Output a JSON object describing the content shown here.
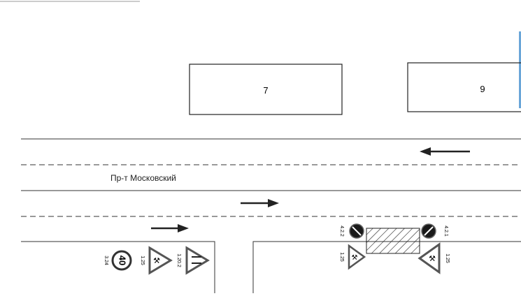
{
  "buildings": [
    {
      "number": "7"
    },
    {
      "number": "9"
    }
  ],
  "street_name": "Пр-т Московский",
  "signs": {
    "speed_limit_value": "40",
    "speed_limit_code": "3.24",
    "roadworks_left_code": "1.25",
    "narrowing_code": "1.20.2",
    "keep_left_code": "4.2.2",
    "keep_right_code": "4.2.1",
    "roadworks_mid_code": "1.25",
    "roadworks_right_code": "1.25"
  },
  "colors": {
    "line": "#222222",
    "sign_red": "#555555",
    "sign_dark": "#1a1a1a"
  }
}
